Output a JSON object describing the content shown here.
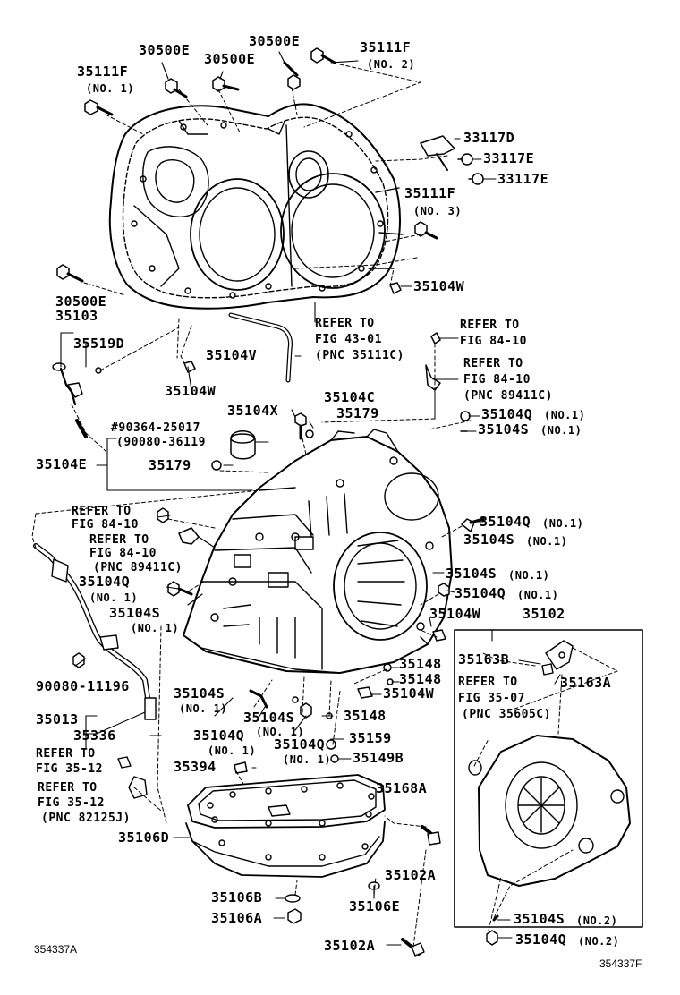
{
  "callouts": {
    "p30500e_a": "30500E",
    "p30500e_b": "30500E",
    "p30500e_c": "30500E",
    "p35111f_a": "35111F",
    "no1_a": "(NO. 1)",
    "p35111f_b": "35111F",
    "no2_a": "(NO. 2)",
    "p33117d": "33117D",
    "p33117e_a": "33117E",
    "p33117e_b": "33117E",
    "p35111f_c": "35111F",
    "no3": "(NO. 3)",
    "p35104w_a": "35104W",
    "p30500e_d": "30500E",
    "p35103": "35103",
    "p35519d": "35519D",
    "refer_to_1": "REFER TO",
    "fig_43_01": "FIG 43-01",
    "pnc_35111c": "(PNC 35111C)",
    "refer_to_2": "REFER TO",
    "fig_84_10_a": "FIG 84-10",
    "refer_to_3": "REFER TO",
    "fig_84_10_b": "FIG 84-10",
    "pnc_89411c_a": "(PNC 89411C)",
    "p35104v": "35104V",
    "p35104w_b": "35104W",
    "p35104c": "35104C",
    "p35104x": "35104X",
    "p35179_a": "35179",
    "p35104q_no1_a": "35104Q",
    "no1_q_a": "(NO.1)",
    "p35104s_no1_a": "35104S",
    "no1_s_a": "(NO.1)",
    "alt_90364": "#90364-25017",
    "alt_90080": "(90080-36119",
    "p35104e": "35104E",
    "p35179_b": "35179",
    "refer_to_4": "REFER TO",
    "fig_84_10_c": "FIG 84-10",
    "refer_to_5": "REFER TO",
    "fig_84_10_d": "FIG 84-10",
    "pnc_89411c_b": "(PNC 89411C)",
    "p35104q_b": "35104Q",
    "no1_b": "(NO. 1)",
    "p35104s_b": "35104S",
    "no1_c": "(NO. 1)",
    "p35104q_no1_c": "35104Q",
    "no1_q_c": "(NO.1)",
    "p35104s_no1_c": "35104S",
    "no1_s_c": "(NO.1)",
    "p35104s_no1_d": "35104S",
    "no1_s_d": "(NO.1)",
    "p35104q_no1_d": "35104Q",
    "no1_q_d": "(NO.1)",
    "p35104w_c": "35104W",
    "p35102": "35102",
    "p90080_11196": "90080-11196",
    "p35148_a": "35148",
    "p35148_b": "35148",
    "p35104w_d": "35104W",
    "p35163b": "35163B",
    "p35163a": "35163A",
    "refer_to_6": "REFER TO",
    "fig_35_07": "FIG 35-07",
    "pnc_35605c": "(PNC 35605C)",
    "p35013": "35013",
    "p35104s_e": "35104S",
    "no1_e": "(NO. 1)",
    "p35104s_f": "35104S",
    "no1_f": "(NO. 1)",
    "p35148_c": "35148",
    "p35336": "35336",
    "p35104q_e": "35104Q",
    "no1_g": "(NO. 1)",
    "p35104q_f": "35104Q",
    "no1_h": "(NO. 1)",
    "p35159": "35159",
    "p35149b": "35149B",
    "refer_to_7": "REFER TO",
    "fig_35_12_a": "FIG 35-12",
    "p35394": "35394",
    "refer_to_8": "REFER TO",
    "fig_35_12_b": "FIG 35-12",
    "pnc_82125j": "(PNC 82125J)",
    "p35168a": "35168A",
    "p35106d": "35106D",
    "p35102a_a": "35102A",
    "p35106b": "35106B",
    "p35106e": "35106E",
    "p35106a": "35106A",
    "p35104s_no2": "35104S",
    "no2_s": "(NO.2)",
    "p35104q_no2": "35104Q",
    "no2_q": "(NO.2)",
    "p35102a_b": "35102A"
  },
  "footer": {
    "left_code": "354337A",
    "right_code": "354337F"
  }
}
